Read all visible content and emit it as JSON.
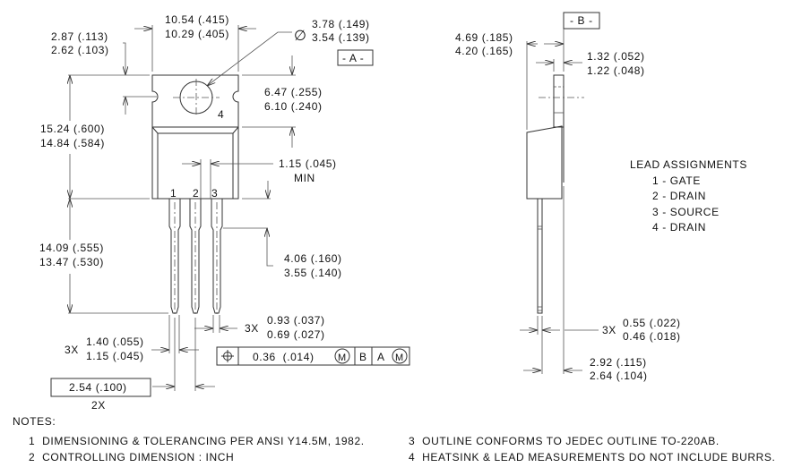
{
  "front_view": {
    "dim_width": [
      "10.54 (.415)",
      "10.29 (.405)"
    ],
    "dim_tab_notch": [
      "2.87 (.113)",
      "2.62 (.103)"
    ],
    "dim_hole": [
      "3.78 (.149)",
      "3.54 (.139)"
    ],
    "diameter_symbol": "∅",
    "datum_a": "- A -",
    "dim_tab_height": [
      "6.47 (.255)",
      "6.10 (.240)"
    ],
    "dim_body_height": [
      "15.24 (.600)",
      "14.84 (.584)"
    ],
    "dim_lead_gap": [
      "1.15 (.045)",
      "MIN"
    ],
    "tab_label": "4",
    "pin_labels": [
      "1",
      "2",
      "3"
    ],
    "dim_lead_length": [
      "14.09 (.555)",
      "13.47 (.530)"
    ],
    "dim_lead_shoulder": [
      "4.06 (.160)",
      "3.55 (.140)"
    ],
    "dim_lead_width": {
      "count": "3X",
      "values": [
        "0.93 (.037)",
        "0.69 (.027)"
      ]
    },
    "dim_lead_shoulder_width": {
      "count": "3X",
      "values": [
        "1.40 (.055)",
        "1.15 (.045)"
      ]
    },
    "dim_pitch": {
      "value": "2.54 (.100)",
      "count": "2X"
    },
    "feature_control_frame": {
      "symbol": "⌖",
      "tolerance": "0.36  (.014)",
      "modifier": "M",
      "datum1": "B",
      "datum2": "A",
      "modifier2": "M"
    }
  },
  "side_view": {
    "datum_b": "- B -",
    "dim_depth": [
      "4.69 (.185)",
      "4.20 (.165)"
    ],
    "dim_tab_thickness": [
      "1.32 (.052)",
      "1.22 (.048)"
    ],
    "dim_lead_thickness": {
      "count": "3X",
      "values": [
        "0.55 (.022)",
        "0.46 (.018)"
      ]
    },
    "dim_lead_offset": [
      "2.92 (.115)",
      "2.64 (.104)"
    ]
  },
  "lead_assignments": {
    "title": "LEAD ASSIGNMENTS",
    "items": [
      "1 - GATE",
      "2 - DRAIN",
      "3 - SOURCE",
      "4 - DRAIN"
    ]
  },
  "notes": {
    "title": "NOTES:",
    "items": [
      "1  DIMENSIONING & TOLERANCING PER ANSI Y14.5M, 1982.",
      "2  CONTROLLING DIMENSION : INCH",
      "3  OUTLINE CONFORMS TO JEDEC OUTLINE TO-220AB.",
      "4  HEATSINK & LEAD MEASUREMENTS DO NOT INCLUDE BURRS."
    ]
  }
}
